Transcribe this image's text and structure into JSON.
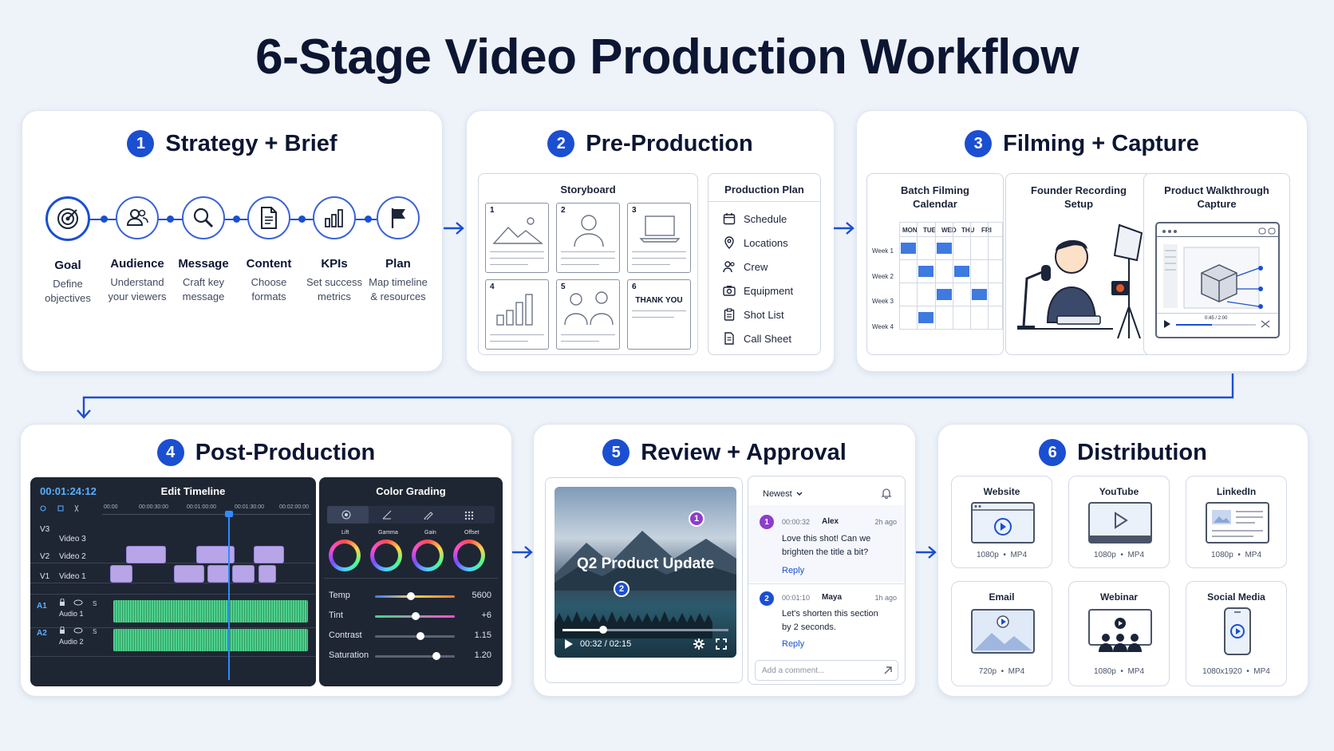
{
  "title": "6-Stage Video Production Workflow",
  "stages": [
    {
      "number": "1",
      "title": "Strategy + Brief"
    },
    {
      "number": "2",
      "title": "Pre-Production"
    },
    {
      "number": "3",
      "title": "Filming + Capture"
    },
    {
      "number": "4",
      "title": "Post-Production"
    },
    {
      "number": "5",
      "title": "Review + Approval"
    },
    {
      "number": "6",
      "title": "Distribution"
    }
  ],
  "strategy": {
    "items": [
      {
        "name": "Goal",
        "desc1": "Define",
        "desc2": "objectives",
        "icon": "target-icon"
      },
      {
        "name": "Audience",
        "desc1": "Understand",
        "desc2": "your viewers",
        "icon": "people-icon"
      },
      {
        "name": "Message",
        "desc1": "Craft key",
        "desc2": "message",
        "icon": "search-icon"
      },
      {
        "name": "Content",
        "desc1": "Choose",
        "desc2": "formats",
        "icon": "document-icon"
      },
      {
        "name": "KPIs",
        "desc1": "Set success",
        "desc2": "metrics",
        "icon": "bar-chart-icon"
      },
      {
        "name": "Plan",
        "desc1": "Map timeline",
        "desc2": "& resources",
        "icon": "flag-icon"
      }
    ]
  },
  "preproduction": {
    "storyboard_title": "Storyboard",
    "frames": [
      "1",
      "2",
      "3",
      "4",
      "5",
      "6"
    ],
    "thank_you": "THANK YOU",
    "plan_title": "Production Plan",
    "plan_items": [
      "Schedule",
      "Locations",
      "Crew",
      "Equipment",
      "Shot List",
      "Call Sheet"
    ]
  },
  "filming": {
    "calendar_title_1": "Batch Filming",
    "calendar_title_2": "Calendar",
    "days": [
      "MON",
      "TUE",
      "WED",
      "THU",
      "FRI"
    ],
    "weeks": [
      "Week 1",
      "Week 2",
      "Week 3",
      "Week 4"
    ],
    "founder_title_1": "Founder Recording",
    "founder_title_2": "Setup",
    "walkthrough_title_1": "Product Walkthrough",
    "walkthrough_title_2": "Capture",
    "walkthrough_time": "0:45 / 2:00"
  },
  "post": {
    "timecode": "00:01:24:12",
    "timeline_title": "Edit Timeline",
    "ruler": [
      "00:00",
      "00:00:30:00",
      "00:01:00:00",
      "00:01:30:00",
      "00:02:00:00"
    ],
    "tracks": [
      {
        "id": "V3",
        "name": "Video 3"
      },
      {
        "id": "V2",
        "name": "Video 2"
      },
      {
        "id": "V1",
        "name": "Video 1"
      },
      {
        "id": "A1",
        "name": "Audio 1"
      },
      {
        "id": "A2",
        "name": "Audio 2"
      }
    ],
    "grading_title": "Color Grading",
    "wheels": [
      "Lift",
      "Gamma",
      "Gain",
      "Offset"
    ],
    "adjustments": [
      {
        "label": "Temp",
        "value": "5600",
        "level": 0.45
      },
      {
        "label": "Tint",
        "value": "+6",
        "level": 0.52
      },
      {
        "label": "Contrast",
        "value": "1.15",
        "level": 0.58
      },
      {
        "label": "Saturation",
        "value": "1.20",
        "level": 0.78
      }
    ]
  },
  "review": {
    "video_title": "Q2 Product Update",
    "time": "00:32 / 02:15",
    "sort": "Newest",
    "comments": [
      {
        "num": "1",
        "time": "00:00:32",
        "author": "Alex",
        "ago": "2h ago",
        "text1": "Love this shot! Can we",
        "text2": "brighten the title a bit?",
        "reply": "Reply"
      },
      {
        "num": "2",
        "time": "00:01:10",
        "author": "Maya",
        "ago": "1h ago",
        "text1": "Let's shorten this section",
        "text2": "by 2 seconds.",
        "reply": "Reply"
      }
    ],
    "placeholder": "Add a comment..."
  },
  "distribution": {
    "channels": [
      {
        "name": "Website",
        "res": "1080p",
        "fmt": "MP4"
      },
      {
        "name": "YouTube",
        "res": "1080p",
        "fmt": "MP4"
      },
      {
        "name": "LinkedIn",
        "res": "1080p",
        "fmt": "MP4"
      },
      {
        "name": "Email",
        "res": "720p",
        "fmt": "MP4"
      },
      {
        "name": "Webinar",
        "res": "1080p",
        "fmt": "MP4"
      },
      {
        "name": "Social Media",
        "res": "1080x1920",
        "fmt": "MP4"
      }
    ],
    "sep": "•"
  },
  "colors": {
    "accent": "#1b4fd1",
    "clip": "#b7a5e8",
    "wave": "#4fd08c",
    "calendar": "#3e7ae0"
  }
}
